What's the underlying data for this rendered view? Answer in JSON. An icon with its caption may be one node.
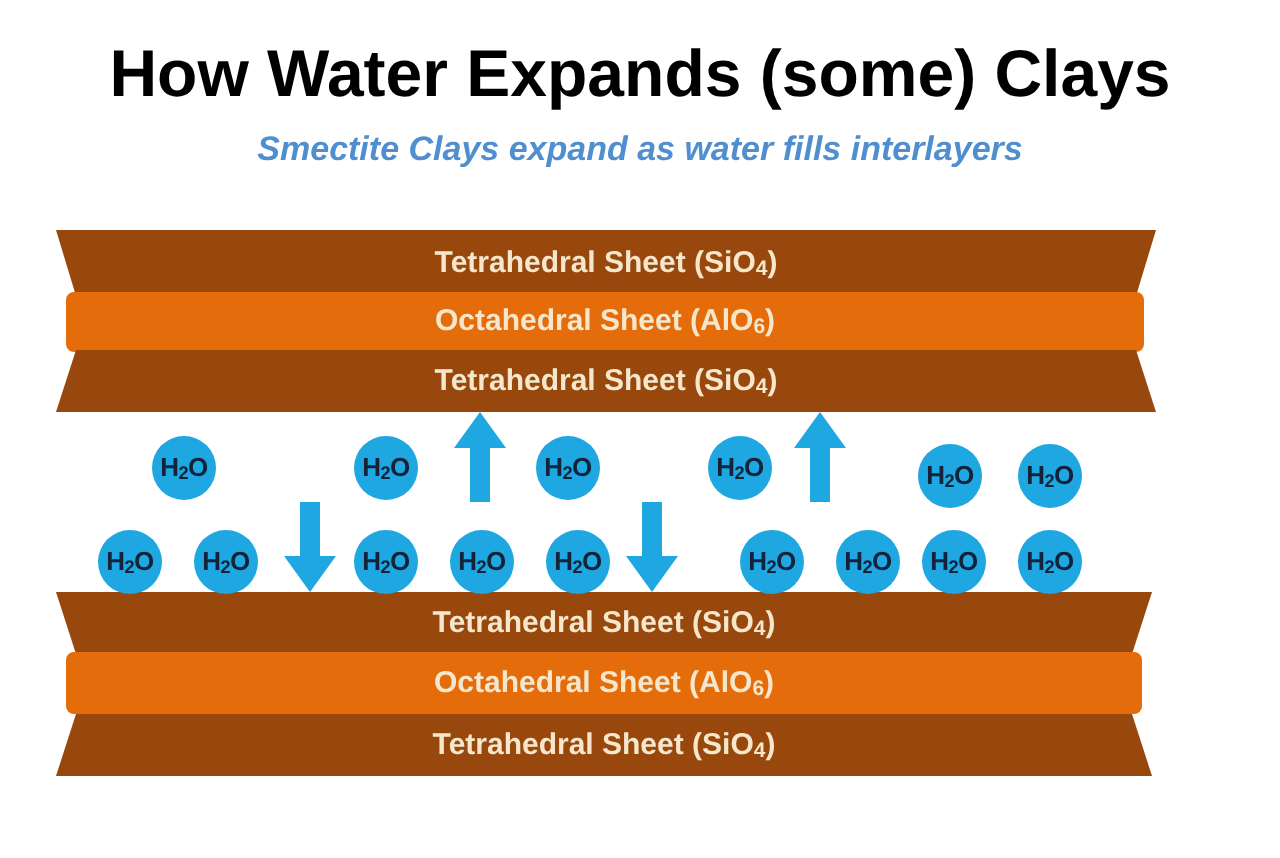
{
  "diagram": {
    "title": "How Water Expands (some) Clays",
    "caption": "Smectite Clays expand as water fills interlayers",
    "nodes": [
      {
        "text": [
          "Tetrahedral Sheet (SiO$_{4}$)"
        ]
      },
      {
        "text": [
          "Octahedral Sheet (AlO$_{6}$)"
        ]
      },
      {
        "text": [
          "Tetrahedral Sheet (SiO$_{4}$)"
        ]
      },
      {
        "text": [
          "Tetrahedral Sheet (SiO$_{4}$)"
        ]
      },
      {
        "text": [
          "Octahedral Sheet (AlO$_{6}$)"
        ]
      },
      {
        "text": [
          "Tetrahedral Sheet (SiO$_{4}$)"
        ]
      },
      {
        "text": [
          "H$_{2}$O"
        ]
      },
      {
        "text": [
          "H$_{2}$O"
        ]
      },
      {
        "text": [
          "H$_{2}$O"
        ]
      },
      {
        "text": [
          "H$_{2}$O"
        ]
      },
      {
        "text": [
          "H$_{2}$O"
        ]
      },
      {
        "text": [
          "H$_{2}$O"
        ]
      },
      {
        "text": [
          "H$_{2}$O"
        ]
      },
      {
        "text": [
          "H$_{2}$O"
        ]
      },
      {
        "text": [
          "H$_{2}$O"
        ]
      },
      {
        "text": [
          "H$_{2}$O"
        ]
      },
      {
        "text": [
          "H$_{2}$O"
        ]
      },
      {
        "text": [
          "H$_{2}$O"
        ]
      },
      {
        "text": [
          "H$_{2}$O"
        ]
      },
      {
        "text": [
          "H$_{2}$O"
        ]
      },
      {
        "text": [
          "H$_{2}$O"
        ]
      }
    ],
    "edges": [
      {
        "from": null,
        "to": 3,
        "arrow": "to"
      },
      {
        "from": null,
        "to": 2,
        "arrow": "to"
      },
      {
        "from": null,
        "to": 3,
        "arrow": "to"
      },
      {
        "from": null,
        "to": 2,
        "arrow": "to"
      }
    ]
  }
}
